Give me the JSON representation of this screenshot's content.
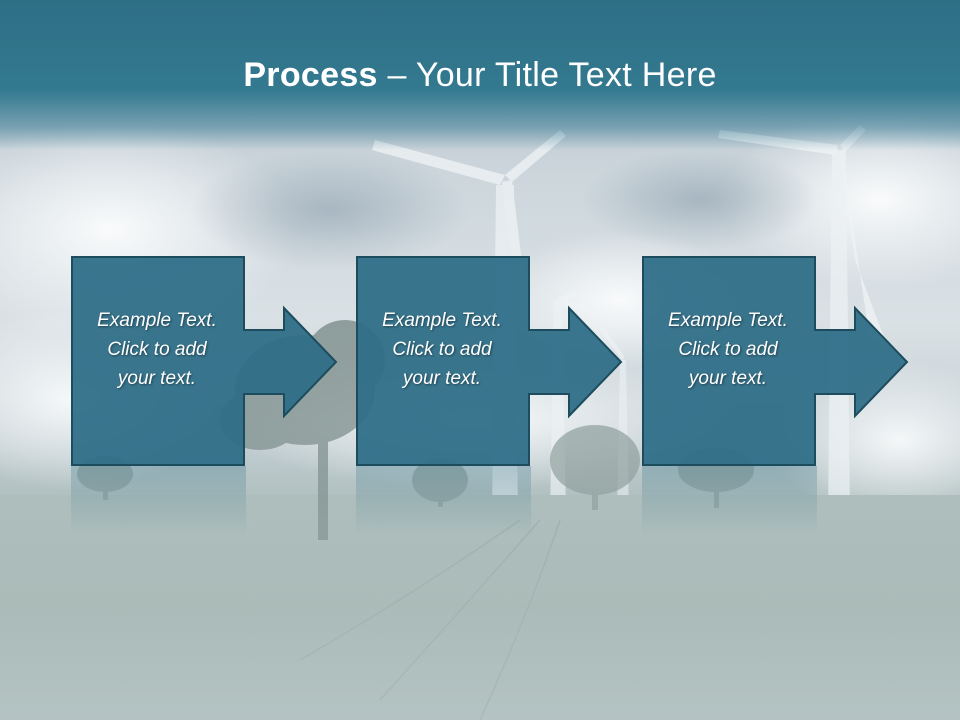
{
  "slide": {
    "title_bold": "Process",
    "title_rest": " – Your Title Text Here"
  },
  "steps": [
    {
      "line1": "Example Text.",
      "line2": "Click  to add",
      "line3": "your text."
    },
    {
      "line1": "Example Text.",
      "line2": "Click  to add",
      "line3": "your text."
    },
    {
      "line1": "Example Text.",
      "line2": "Click  to add",
      "line3": "your text."
    }
  ],
  "colors": {
    "title_bar": "#2e6f86",
    "box_fill": "#2f6f88",
    "box_stroke": "#1d4c5e",
    "text": "#ffffff"
  }
}
